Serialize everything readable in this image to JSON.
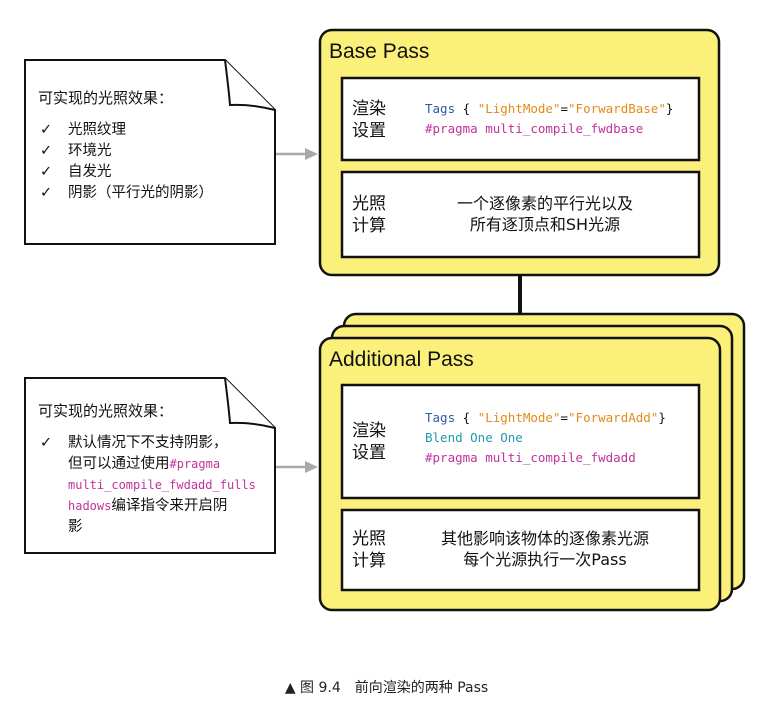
{
  "notes": [
    {
      "title": "可实现的光照效果：",
      "items": [
        "光照纹理",
        "环境光",
        "自发光",
        "阴影（平行光的阴影）"
      ]
    },
    {
      "title": "可实现的光照效果：",
      "text_a": "默认情况下不支持阴影，",
      "text_b": "但可以通过使用",
      "code_1": "#pragma",
      "code_2": "multi_compile_fwdadd_fulls",
      "code_3": "hadows",
      "text_c": "编译指令来开启阴",
      "text_d": "影"
    }
  ],
  "check_mark": "✓",
  "base_pass": {
    "title": "Base Pass",
    "render_label_1": "渲染",
    "render_label_2": "设置",
    "tags_keyword": "Tags",
    "tags_open": " { ",
    "tags_key": "\"LightMode\"",
    "tags_eq": "=",
    "tags_value": "\"ForwardBase\"",
    "tags_close": "}",
    "pragma": "#pragma multi_compile_fwdbase",
    "light_label_1": "光照",
    "light_label_2": "计算",
    "light_text_1": "一个逐像素的平行光以及",
    "light_text_2": "所有逐顶点和SH光源"
  },
  "additional_pass": {
    "title": "Additional Pass",
    "render_label_1": "渲染",
    "render_label_2": "设置",
    "tags_keyword": "Tags",
    "tags_open": " { ",
    "tags_key": "\"LightMode\"",
    "tags_eq": "=",
    "tags_value": "\"ForwardAdd\"",
    "tags_close": "}",
    "blend": "Blend One One",
    "pragma": "#pragma multi_compile_fwdadd",
    "light_label_1": "光照",
    "light_label_2": "计算",
    "light_text_1": "其他影响该物体的逐像素光源",
    "light_text_2": "每个光源执行一次Pass"
  },
  "caption": "▲ 图 9.4　前向渲染的两种 Pass",
  "colors": {
    "pass_fill": "#fbf07a",
    "pass_border": "#111111",
    "arrow_gray": "#a9a9a9",
    "keyword_blue": "#2d5aa8",
    "string_orange": "#e58a1a",
    "pragma_magenta": "#c0339a",
    "blend_teal": "#1f9aa6"
  }
}
